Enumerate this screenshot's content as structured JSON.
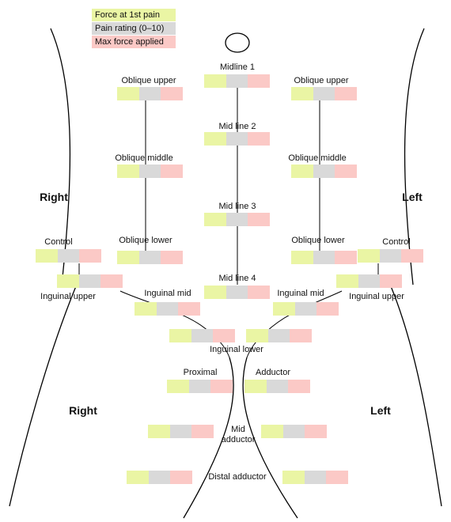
{
  "colors": {
    "force": "#eaf5a4",
    "pain": "#d9d9d9",
    "max": "#fbc9c6"
  },
  "legend": {
    "force": "Force at 1st pain",
    "pain": "Pain rating (0–10)",
    "max": "Max force applied"
  },
  "side_labels": {
    "right_upper": "Right",
    "left_upper": "Left",
    "right_lower": "Right",
    "left_lower": "Left"
  },
  "sites": {
    "midline_1": "Midline 1",
    "midline_2": "Mid line 2",
    "midline_3": "Mid line 3",
    "midline_4": "Mid line 4",
    "oblique_upper_r": "Oblique upper",
    "oblique_middle_r": "Oblique middle",
    "oblique_lower_r": "Oblique lower",
    "oblique_upper_l": "Oblique upper",
    "oblique_middle_l": "Oblique middle",
    "oblique_lower_l": "Oblique lower",
    "control_r": "Control",
    "control_l": "Control",
    "inguinal_upper_r": "Inguinal upper",
    "inguinal_upper_l": "Inguinal upper",
    "inguinal_mid_r": "Inguinal mid",
    "inguinal_mid_l": "Inguinal mid",
    "inguinal_lower": "Inguinal lower",
    "proximal": "Proximal",
    "adductor": "Adductor",
    "mid_adductor": "Mid\nadductor",
    "distal_adductor": "Distal adductor"
  }
}
